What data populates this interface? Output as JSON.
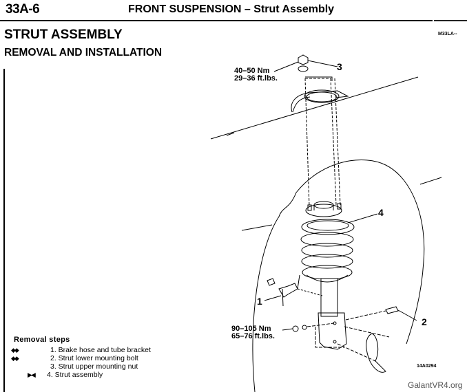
{
  "header": {
    "page_number": "33A-6",
    "chapter": "FRONT SUSPENSION",
    "separator": "–",
    "subject": "Strut Assembly"
  },
  "section": {
    "title": "STRUT ASSEMBLY",
    "subtitle": "REMOVAL AND INSTALLATION",
    "ref_code": "M33LA--"
  },
  "diagram": {
    "torque_upper": {
      "nm": "40–50 Nm",
      "ftlbs": "29–36 ft.lbs."
    },
    "torque_lower": {
      "nm": "90–105 Nm",
      "ftlbs": "65–76 ft.lbs."
    },
    "part_labels": [
      "1",
      "2",
      "3",
      "4"
    ],
    "figure_code": "14A0294"
  },
  "removal_steps": {
    "title": "Removal steps",
    "items": [
      {
        "marker": "◆◆",
        "text": "1. Brake hose and tube bracket"
      },
      {
        "marker": "◆◆",
        "text": "2. Strut lower mounting bolt"
      },
      {
        "marker": "",
        "text": "3. Strut upper mounting nut"
      },
      {
        "marker": "▶◀",
        "text": "4. Strut assembly"
      }
    ]
  },
  "watermark": "GalantVR4.org"
}
